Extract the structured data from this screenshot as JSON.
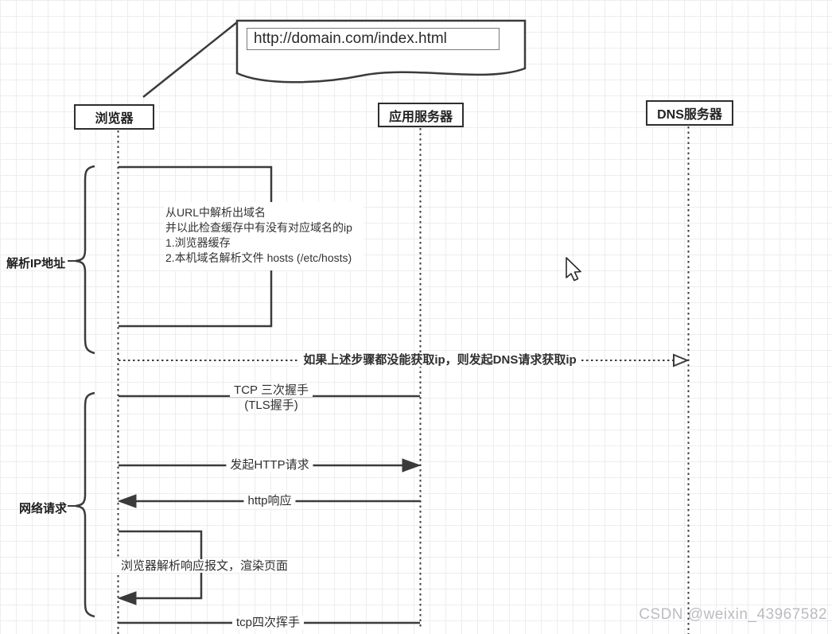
{
  "document_note": {
    "url": "http://domain.com/index.html"
  },
  "lifelines": [
    {
      "id": "browser",
      "label": "浏览器"
    },
    {
      "id": "app-server",
      "label": "应用服务器"
    },
    {
      "id": "dns-server",
      "label": "DNS服务器"
    }
  ],
  "groups": [
    {
      "id": "resolve-ip",
      "label": "解析IP地址"
    },
    {
      "id": "network-request",
      "label": "网络请求"
    }
  ],
  "notes": {
    "parse_url": [
      "从URL中解析出域名",
      "并以此检查缓存中有没有对应域名的ip",
      "1.浏览器缓存",
      "2.本机域名解析文件 hosts  (/etc/hosts)"
    ],
    "render_page": "浏览器解析响应报文，渲染页面"
  },
  "messages": {
    "dns_fallback": "如果上述步骤都没能获取ip，则发起DNS请求获取ip",
    "tcp_handshake": "TCP 三次握手",
    "tls_handshake": "(TLS握手)",
    "http_request": "发起HTTP请求",
    "http_response": "http响应",
    "tcp_wave": "tcp四次挥手"
  },
  "watermark": "CSDN @weixin_43967582",
  "colors": {
    "line": "#3b3b3b",
    "grid": "#ededf2",
    "watermark": "#bcbcc0",
    "background": "#ffffff"
  }
}
